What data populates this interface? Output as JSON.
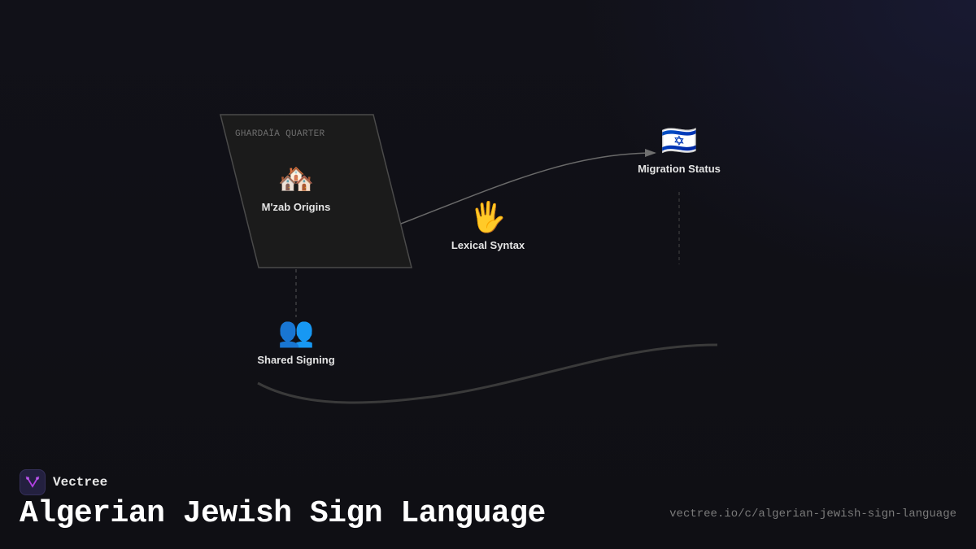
{
  "diagram": {
    "group": {
      "label": "GHARDAÏA QUARTER"
    },
    "nodes": [
      {
        "id": "mzab",
        "label": "M'zab Origins",
        "icon": "houses-icon",
        "emoji": "🏘️"
      },
      {
        "id": "lexical",
        "label": "Lexical Syntax",
        "icon": "raised-hand-icon",
        "emoji": "🖐️"
      },
      {
        "id": "migration",
        "label": "Migration Status",
        "icon": "israel-flag-icon",
        "emoji": "🇮🇱"
      },
      {
        "id": "shared",
        "label": "Shared Signing",
        "icon": "people-icon",
        "emoji": "👥"
      }
    ],
    "edges": [
      {
        "from": "mzab",
        "to": "migration",
        "style": "solid-arrow"
      },
      {
        "from": "mzab",
        "to": "shared",
        "style": "dashed"
      },
      {
        "from": "migration",
        "to": "below",
        "style": "dashed"
      },
      {
        "from": "shared",
        "to": "right",
        "style": "thick-curve"
      }
    ]
  },
  "footer": {
    "brand": "Vectree",
    "title": "Algerian Jewish Sign Language",
    "url": "vectree.io/c/algerian-jewish-sign-language"
  },
  "colors": {
    "background": "#101016",
    "group_fill": "#1b1b1b",
    "group_stroke": "#4a4a4a",
    "edge": "#6a6a6a",
    "logo_accent": "#b040e0"
  }
}
